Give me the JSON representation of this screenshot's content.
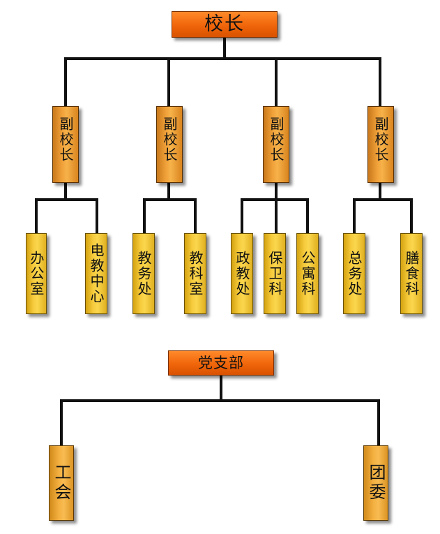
{
  "principal": "校长",
  "vice_principals": [
    {
      "label": "副校长",
      "departments": [
        "办公室",
        "电教中心"
      ]
    },
    {
      "label": "副校长",
      "departments": [
        "教务处",
        "教科室"
      ]
    },
    {
      "label": "副校长",
      "departments": [
        "政教处",
        "保卫科",
        "公寓科"
      ]
    },
    {
      "label": "副校长",
      "departments": [
        "总务处",
        "膳食科"
      ]
    }
  ],
  "party_branch": {
    "label": "党支部",
    "units": [
      "工会",
      "团委"
    ]
  },
  "colors": {
    "head_box": "#f0650a",
    "vice_principal_box": "#f0a038",
    "department_box": "#f6cb3c",
    "connector": "#111111"
  }
}
